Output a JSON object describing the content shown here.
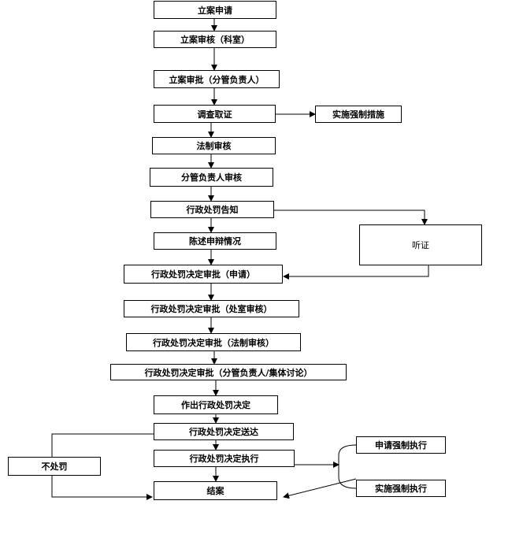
{
  "nodes": {
    "n01": "立案申请",
    "n02": "立案审核（科室）",
    "n03": "立案审批（分管负责人）",
    "n04": "调查取证",
    "n05": "实施强制措施",
    "n06": "法制审核",
    "n07": "分管负责人审核",
    "n08": "行政处罚告知",
    "n09": "听证",
    "n10": "陈述申辩情况",
    "n11": "行政处罚决定审批（申请）",
    "n12": "行政处罚决定审批（处室审核）",
    "n13": "行政处罚决定审批（法制审核）",
    "n14": "行政处罚决定审批（分管负责人/集体讨论）",
    "n15": "作出行政处罚决定",
    "n16": "行政处罚决定送达",
    "n17": "行政处罚决定执行",
    "n18": "不处罚",
    "n19": "申请强制执行",
    "n20": "实施强制执行",
    "n21": "结案"
  }
}
